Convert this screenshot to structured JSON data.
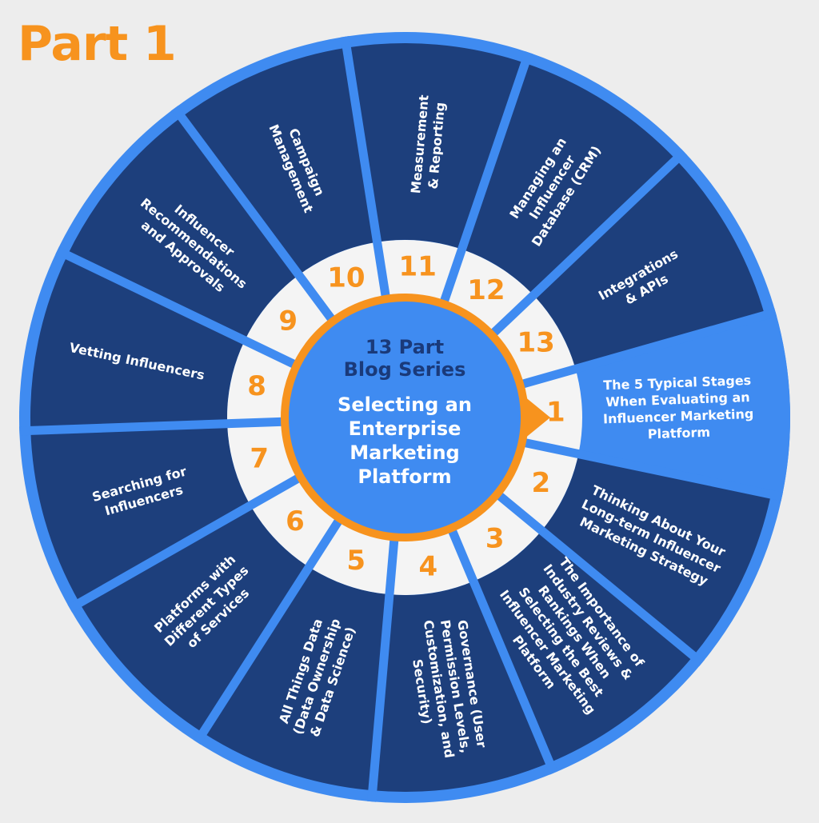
{
  "title": "Part 1",
  "hub": {
    "kicker": [
      "13 Part",
      "Blog Series"
    ],
    "title": [
      "Selecting an",
      "Enterprise",
      "Marketing",
      "Platform"
    ]
  },
  "colors": {
    "rim": "#3f8bf1",
    "segment": "#1d3f7c",
    "segment_active": "#3f8bf1",
    "number_ring": "#f4f4f4",
    "number": "#f7931e",
    "hub_fill": "#3f8bf1",
    "hub_ring": "#f7931e",
    "hub_kicker": "#1a3a7a",
    "title": "#f7931e"
  },
  "segments": [
    {
      "number": "1",
      "active": true,
      "lines": [
        "The 5 Typical Stages",
        "When Evaluating an",
        "Influencer Marketing",
        "Platform"
      ]
    },
    {
      "number": "2",
      "lines": [
        "Thinking About Your",
        "Long-term Influencer",
        "Marketing Strategy"
      ]
    },
    {
      "number": "3",
      "lines": [
        "The Importance of",
        "Industry Reviews &",
        "Rankings When",
        "Selecting the Best",
        "Influencer Marketing",
        "Platform"
      ]
    },
    {
      "number": "4",
      "lines": [
        "Governance (User",
        "Permission Levels,",
        "Customization, and",
        "Security)"
      ]
    },
    {
      "number": "5",
      "lines": [
        "All Things Data",
        "(Data Ownership",
        "& Data Science)"
      ]
    },
    {
      "number": "6",
      "lines": [
        "Platforms with",
        "Different Types",
        "of Services"
      ]
    },
    {
      "number": "7",
      "lines": [
        "Searching for",
        "Influencers"
      ]
    },
    {
      "number": "8",
      "lines": [
        "Vetting Influencers"
      ]
    },
    {
      "number": "9",
      "lines": [
        "Influencer",
        "Recommendations",
        "and Approvals"
      ]
    },
    {
      "number": "10",
      "lines": [
        "Campaign",
        "Management"
      ]
    },
    {
      "number": "11",
      "lines": [
        "Measurement",
        "& Reporting"
      ]
    },
    {
      "number": "12",
      "lines": [
        "Managing an",
        "Influencer",
        "Database (CRM)"
      ]
    },
    {
      "number": "13",
      "lines": [
        "Integrations",
        "& APIs"
      ]
    }
  ]
}
